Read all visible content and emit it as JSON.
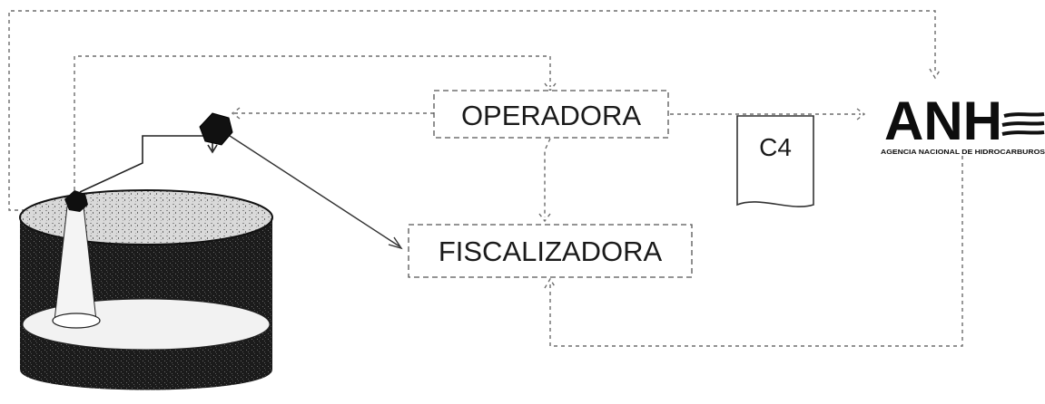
{
  "nodes": {
    "operadora": "OPERADORA",
    "fiscalizadora": "FISCALIZADORA",
    "document": "C4"
  },
  "logo": {
    "acronym": "ANH",
    "subtitle": "AGENCIA NACIONAL DE HIDROCARBUROS"
  },
  "colors": {
    "ink": "#1a1a1a",
    "tank_dark": "#1b1b1b",
    "tank_light": "#f2f2f2",
    "connector": "#6d6d6d"
  }
}
